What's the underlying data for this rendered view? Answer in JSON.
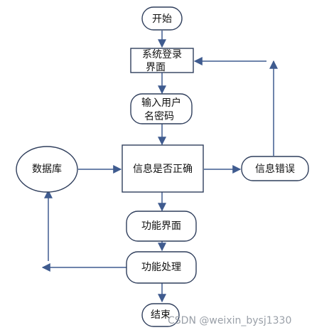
{
  "nodes": {
    "start": "开始",
    "login_line1": "系统登录",
    "login_line2": "界面",
    "input_line1": "输入用户",
    "input_line2": "名密码",
    "database": "数据库",
    "check": "信息是否正确",
    "error": "信息错误",
    "function_ui": "功能界面",
    "process": "功能处理",
    "end": "结束"
  },
  "watermark": "CSDN @weixin_bysj1330"
}
